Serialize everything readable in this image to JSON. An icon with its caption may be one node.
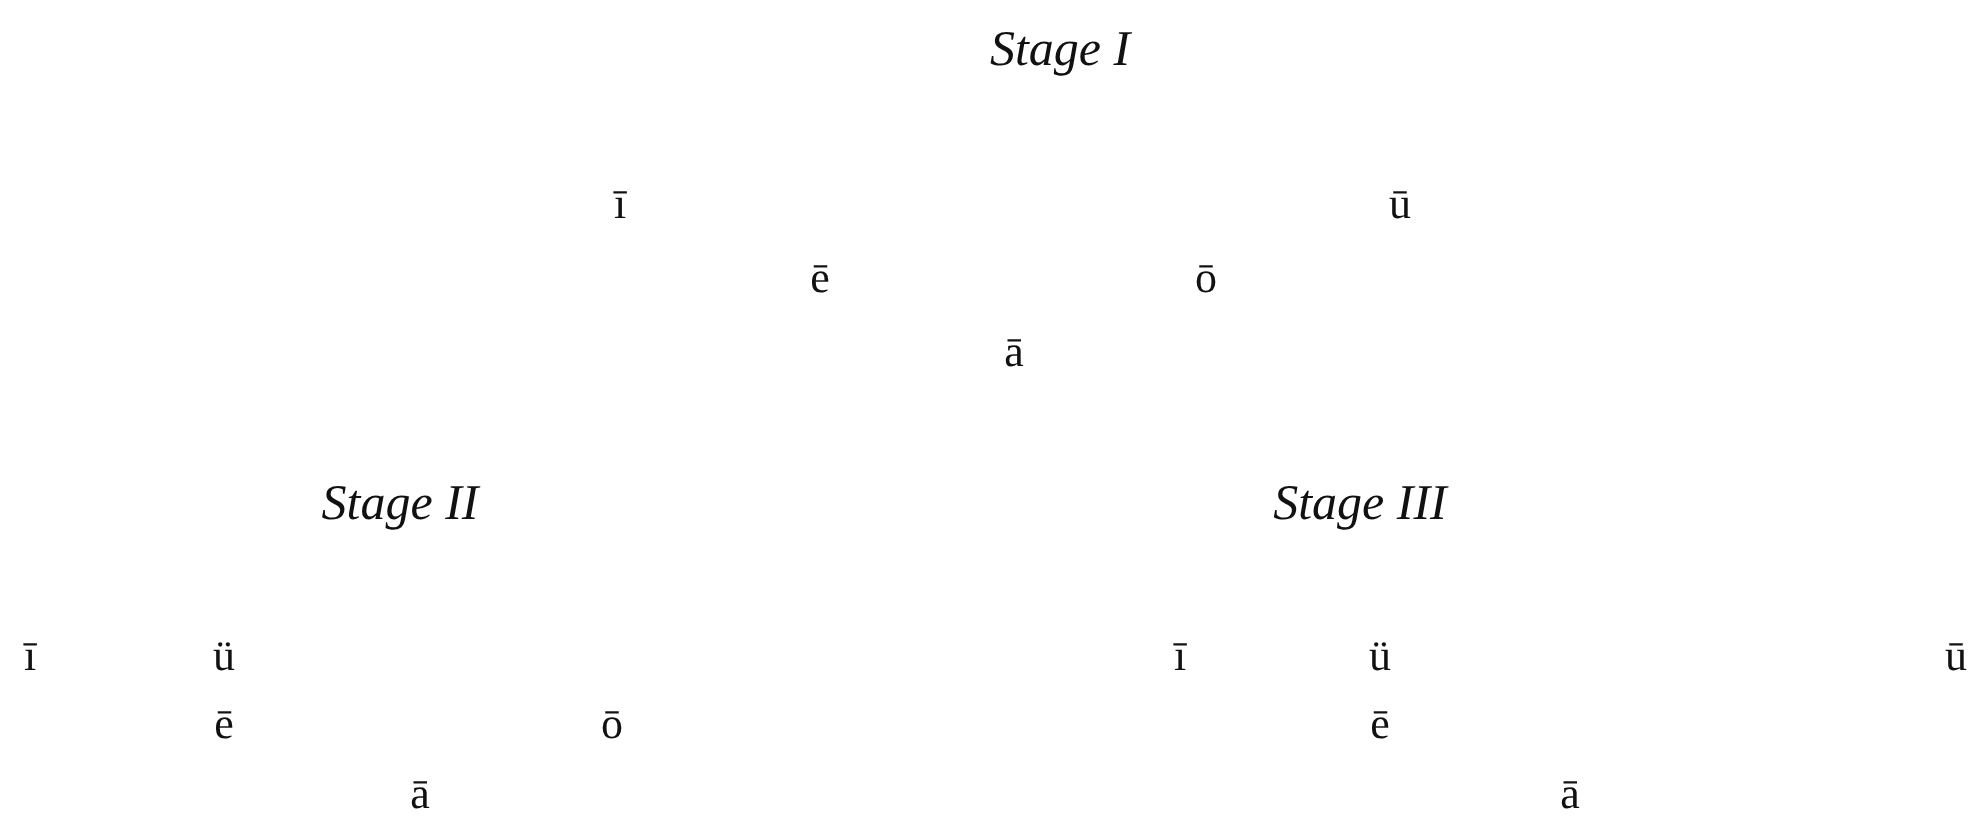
{
  "diagram": {
    "labels": [
      "Stage I",
      "ī",
      "ū",
      "ē",
      "ō",
      "ā",
      "Stage II",
      "Stage III",
      "ī",
      "ü",
      "ī",
      "ü",
      "ū",
      "ē",
      "ō",
      "ē",
      "ā",
      "ā"
    ]
  }
}
